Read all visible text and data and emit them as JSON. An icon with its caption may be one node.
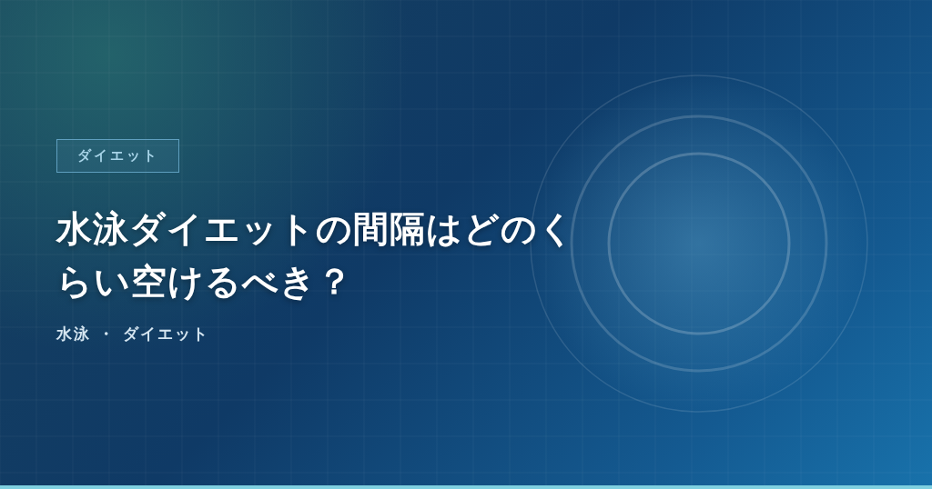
{
  "diagram": {
    "title": "水泳ダイエットの間隔はどのくらい空けるべき？",
    "nodes": [
      {
        "text": [
          "ダイエット"
        ]
      }
    ],
    "labels": [
      "水泳 ・ ダイエット"
    ]
  }
}
